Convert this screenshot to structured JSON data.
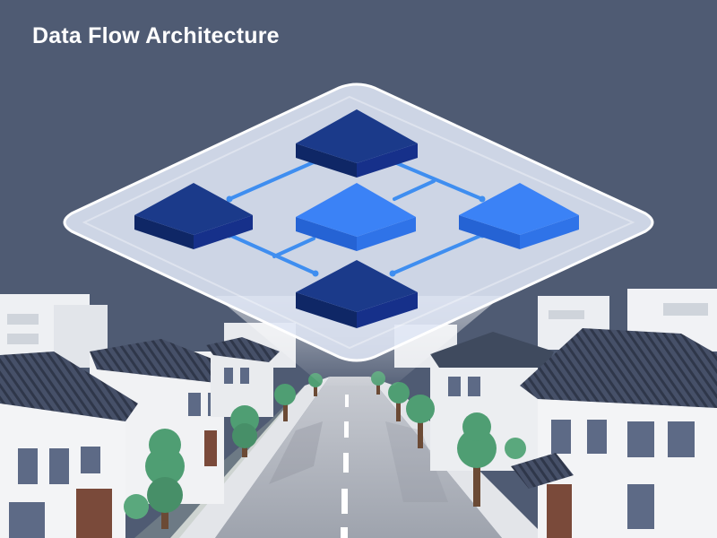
{
  "header": {
    "title": "Data Flow Architecture"
  },
  "diagram": {
    "nodes": [
      {
        "id": "top",
        "tone": "dark"
      },
      {
        "id": "left",
        "tone": "dark"
      },
      {
        "id": "center",
        "tone": "light"
      },
      {
        "id": "right",
        "tone": "light"
      },
      {
        "id": "bottom",
        "tone": "dark"
      }
    ],
    "edges": [
      [
        "top",
        "left"
      ],
      [
        "top",
        "right"
      ],
      [
        "left",
        "bottom"
      ],
      [
        "right",
        "bottom"
      ],
      [
        "center",
        "top"
      ],
      [
        "center",
        "bottom"
      ]
    ]
  },
  "colors": {
    "background": "#4f5b73",
    "node_dark": "#1b3a8a",
    "node_light": "#3b82f6",
    "connector": "#3f8ef0",
    "platform": "#dfe6f5",
    "tree": "#4f9e73",
    "roof": "#3f4a5e"
  }
}
